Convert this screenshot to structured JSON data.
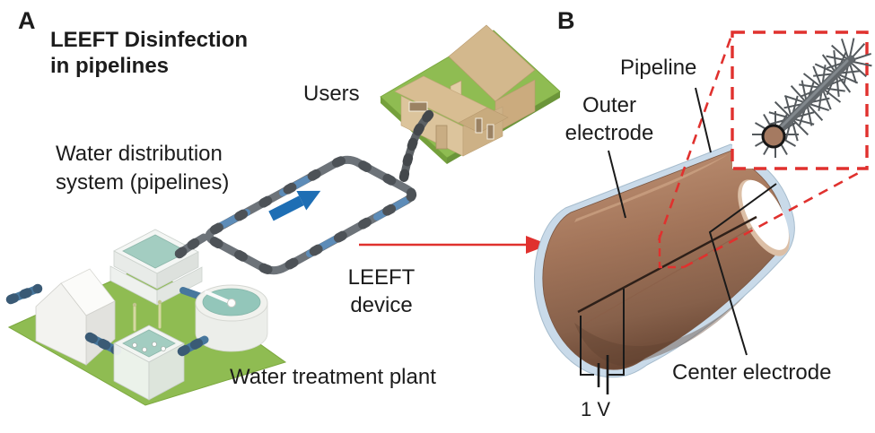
{
  "figure": {
    "panel_a": {
      "panel_label": "A",
      "title_line1": "LEEFT Disinfection",
      "title_line2": "in pipelines",
      "users_label": "Users",
      "distribution_line1": "Water distribution",
      "distribution_line2": "system (pipelines)",
      "leeft_device_line1": "LEEFT",
      "leeft_device_line2": "device",
      "treatment_plant_label": "Water treatment plant"
    },
    "panel_b": {
      "panel_label": "B",
      "pipeline_label": "Pipeline",
      "outer_electrode_line1": "Outer",
      "outer_electrode_line2": "electrode",
      "center_electrode_label": "Center electrode",
      "voltage_label": "1 V"
    },
    "icons": {
      "flow-arrow-icon": "blue up-right flow arrow inside pipeline loop",
      "transition-arrow-icon": "red right arrow from panel A to panel B",
      "battery-icon": "battery cell symbol (long and short plates)",
      "zoom-inset-icon": "red dashed magnified inset box",
      "brush-electrode-icon": "spiky nanowire center electrode in inset"
    },
    "colors": {
      "accent_red": "#e0312e",
      "flow_arrow_blue": "#1e6eb4",
      "pipe_gray": "#6d7379",
      "pipe_joint_gray": "#4d5257",
      "leeft_segment_blue": "#5d8cb8",
      "copper_brown": "#a07257",
      "pipe_rim_blue": "#c9dae9",
      "platform_green": "#8fbc52",
      "water_teal": "#9ccabe",
      "text": "#1c1c1c"
    }
  }
}
